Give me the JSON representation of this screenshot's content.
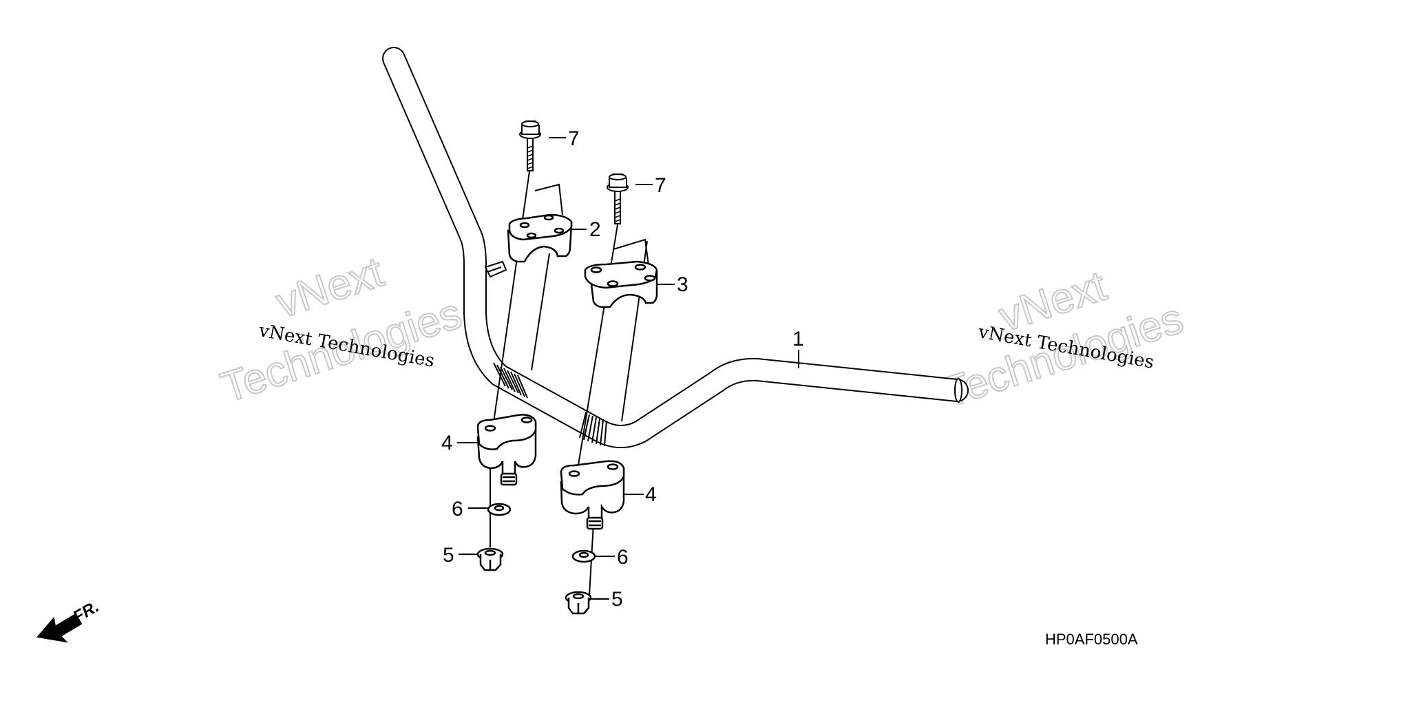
{
  "diagram": {
    "part_code": "HP0AF0500A",
    "front_indicator": "FR.",
    "watermarks": {
      "small": "vNext Technologies",
      "large_line1": "vNext",
      "large_line2": "Technologies"
    },
    "callouts": {
      "handlebar": "1",
      "upper_holder_left": "2",
      "upper_holder_right": "3",
      "lower_holder_left": "4",
      "lower_holder_right": "4",
      "nut_left": "5",
      "nut_right": "5",
      "washer_left": "6",
      "washer_right": "6",
      "bolt_left": "7",
      "bolt_right": "7"
    },
    "colors": {
      "line": "#000000",
      "fill": "#ffffff",
      "watermark": "#c8c8c8"
    }
  }
}
